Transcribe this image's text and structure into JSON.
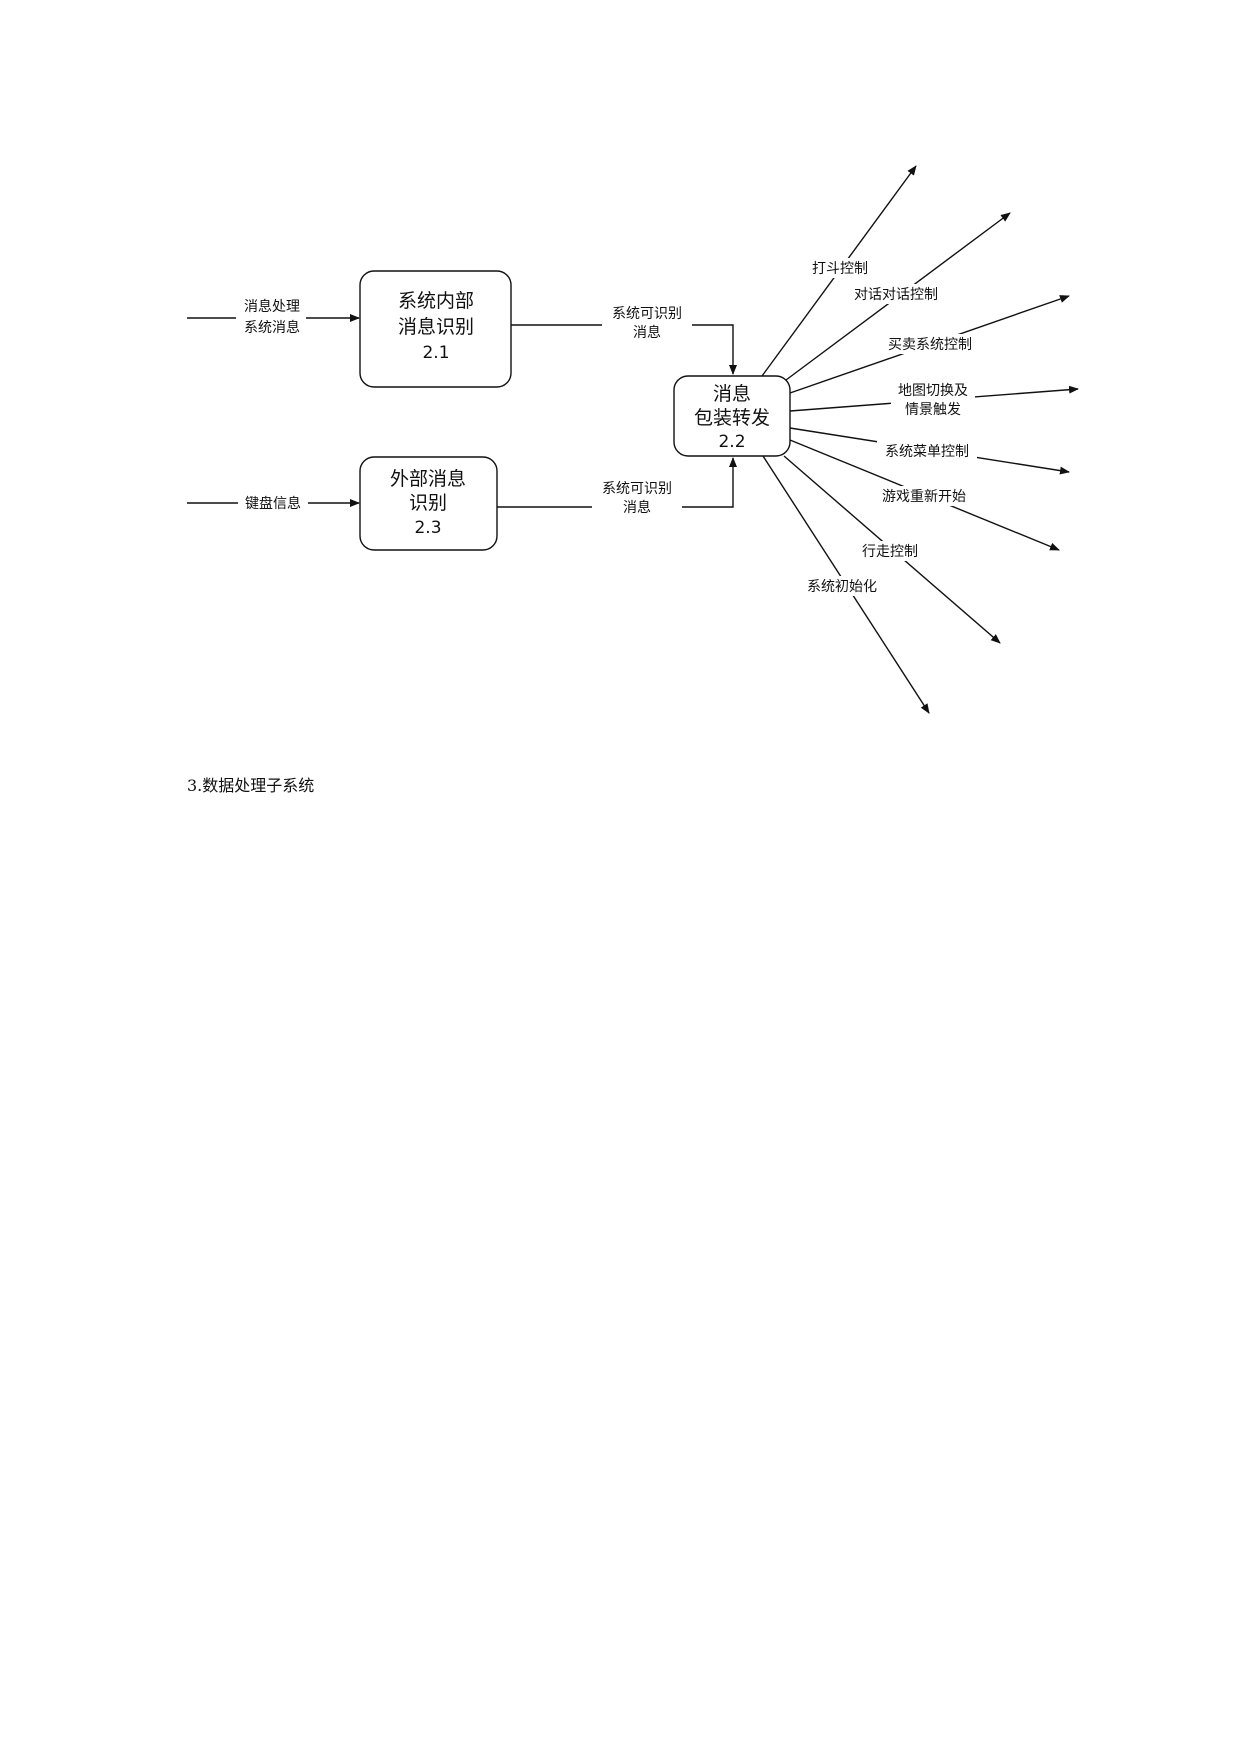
{
  "processes": [
    {
      "id": "2.1",
      "title_line1": "系统内部",
      "title_line2": "消息识别"
    },
    {
      "id": "2.2",
      "title_line1": "消息",
      "title_line2": "包装转发"
    },
    {
      "id": "2.3",
      "title_line1": "外部消息",
      "title_line2": "识别"
    }
  ],
  "inputs": {
    "system_message": {
      "line1": "消息处理",
      "line2": "系统消息"
    },
    "keyboard": "键盘信息"
  },
  "internal_flows": {
    "from_2_1": {
      "line1": "系统可识别",
      "line2": "消息"
    },
    "from_2_3": {
      "line1": "系统可识别",
      "line2": "消息"
    }
  },
  "outputs": {
    "fight": "打斗控制",
    "dialog": "对话对话控制",
    "trade": "买卖系统控制",
    "map": {
      "line1": "地图切换及",
      "line2": "情景触发"
    },
    "menu": "系统菜单控制",
    "restart": "游戏重新开始",
    "walk": "行走控制",
    "init": "系统初始化"
  },
  "section_heading": "3.数据处理子系统"
}
